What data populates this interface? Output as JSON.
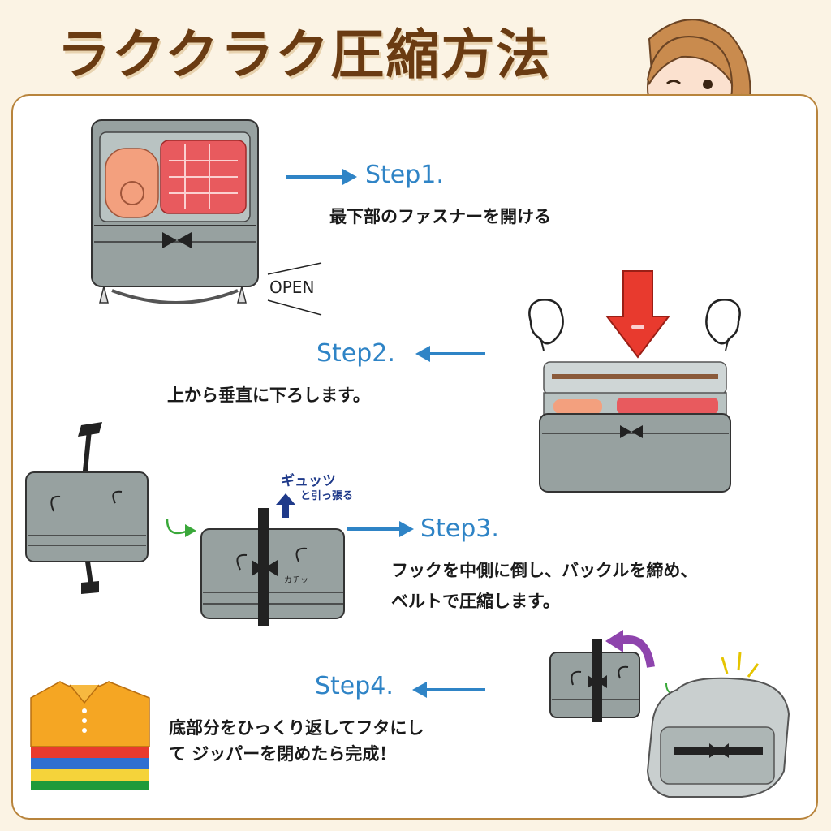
{
  "title": "ラククラク圧縮方法",
  "steps": [
    {
      "label": "Step1.",
      "caption_lines": [
        "最下部のファスナーを開ける"
      ]
    },
    {
      "label": "Step2.",
      "caption_lines": [
        "上から垂直に下ろします。"
      ]
    },
    {
      "label": "Step3.",
      "caption_lines": [
        "フックを中側に倒し、バックルを締め、",
        "ベルトで圧縮します。"
      ]
    },
    {
      "label": "Step4.",
      "caption_lines": [
        "底部分をひっくり返してフタにし",
        "て ジッパーを閉めたら完成！"
      ]
    }
  ],
  "annotations": {
    "open": "OPEN",
    "gyutsu": "ギュッツ",
    "pull": "と引っ張る",
    "click": "カチッ"
  },
  "colors": {
    "background": "#fbf3e4",
    "panel_border": "#b8843c",
    "title": "#6a3b12",
    "step_blue": "#2f84c6",
    "bag_gray": "#8e9897",
    "red_arrow": "#e83a2e",
    "purple_arrow": "#8e44ad",
    "green_arrow": "#3aa83a",
    "sweater_yellow": "#f2c230"
  },
  "icons": [
    "right-arrow-icon",
    "left-arrow-icon",
    "down-arrow-icon",
    "curved-arrow-icon",
    "glove-hand-icon",
    "sparkle-icon"
  ]
}
